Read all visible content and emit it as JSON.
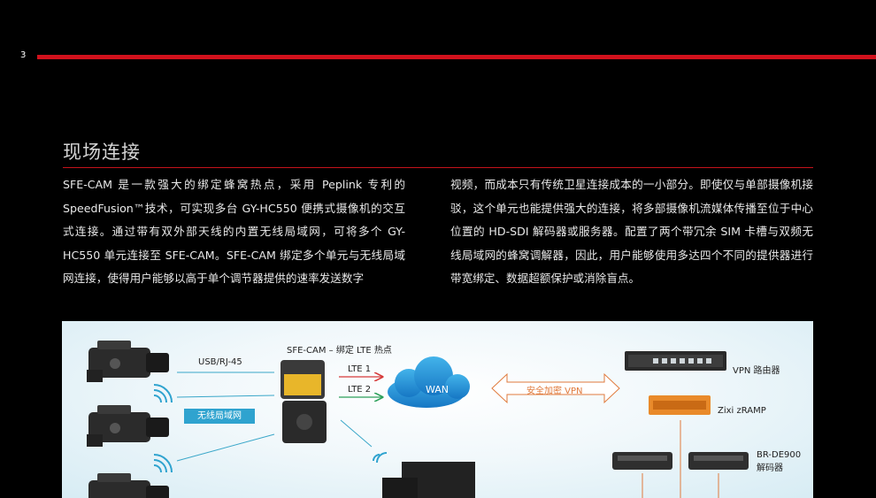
{
  "page": {
    "number": "3"
  },
  "section": {
    "title": "现场连接"
  },
  "body": {
    "left": "SFE-CAM 是一款强大的绑定蜂窝热点，采用 Peplink 专利的 SpeedFusion™技术，可实现多台 GY-HC550 便携式摄像机的交互式连接。通过带有双外部天线的内置无线局域网，可将多个 GY-HC550 单元连接至 SFE-CAM。SFE-CAM 绑定多个单元与无线局域网连接，使得用户能够以高于单个调节器提供的速率发送数字",
    "right": "视频，而成本只有传统卫星连接成本的一小部分。即使仅与单部摄像机接驳，这个单元也能提供强大的连接，将多部摄像机流媒体传播至位于中心位置的 HD-SDI 解码器或服务器。配置了两个带冗余 SIM 卡槽与双频无线局域网的蜂窝调解器，因此，用户能够使用多达四个不同的提供器进行带宽绑定、数据超额保护或消除盲点。"
  },
  "diagram": {
    "usb_label": "USB/RJ-45",
    "wlan_label": "无线局域网",
    "sfe_label": "SFE-CAM – 绑定 LTE 热点",
    "lte1_label": "LTE 1",
    "lte2_label": "LTE 2",
    "wan_label": "WAN",
    "vpn_label": "安全加密 VPN",
    "vpn_router_label": "VPN 路由器",
    "zramp_label": "Zixi zRAMP",
    "decoder_model": "BR-DE900",
    "decoder_label": "解码器",
    "colors": {
      "accent": "#d1111c",
      "cloud": "#1f8fd0",
      "lte1": "#d63a3a",
      "lte2": "#2ca05a",
      "vpn": "#e07a3c",
      "link": "#3aa7c9"
    }
  }
}
